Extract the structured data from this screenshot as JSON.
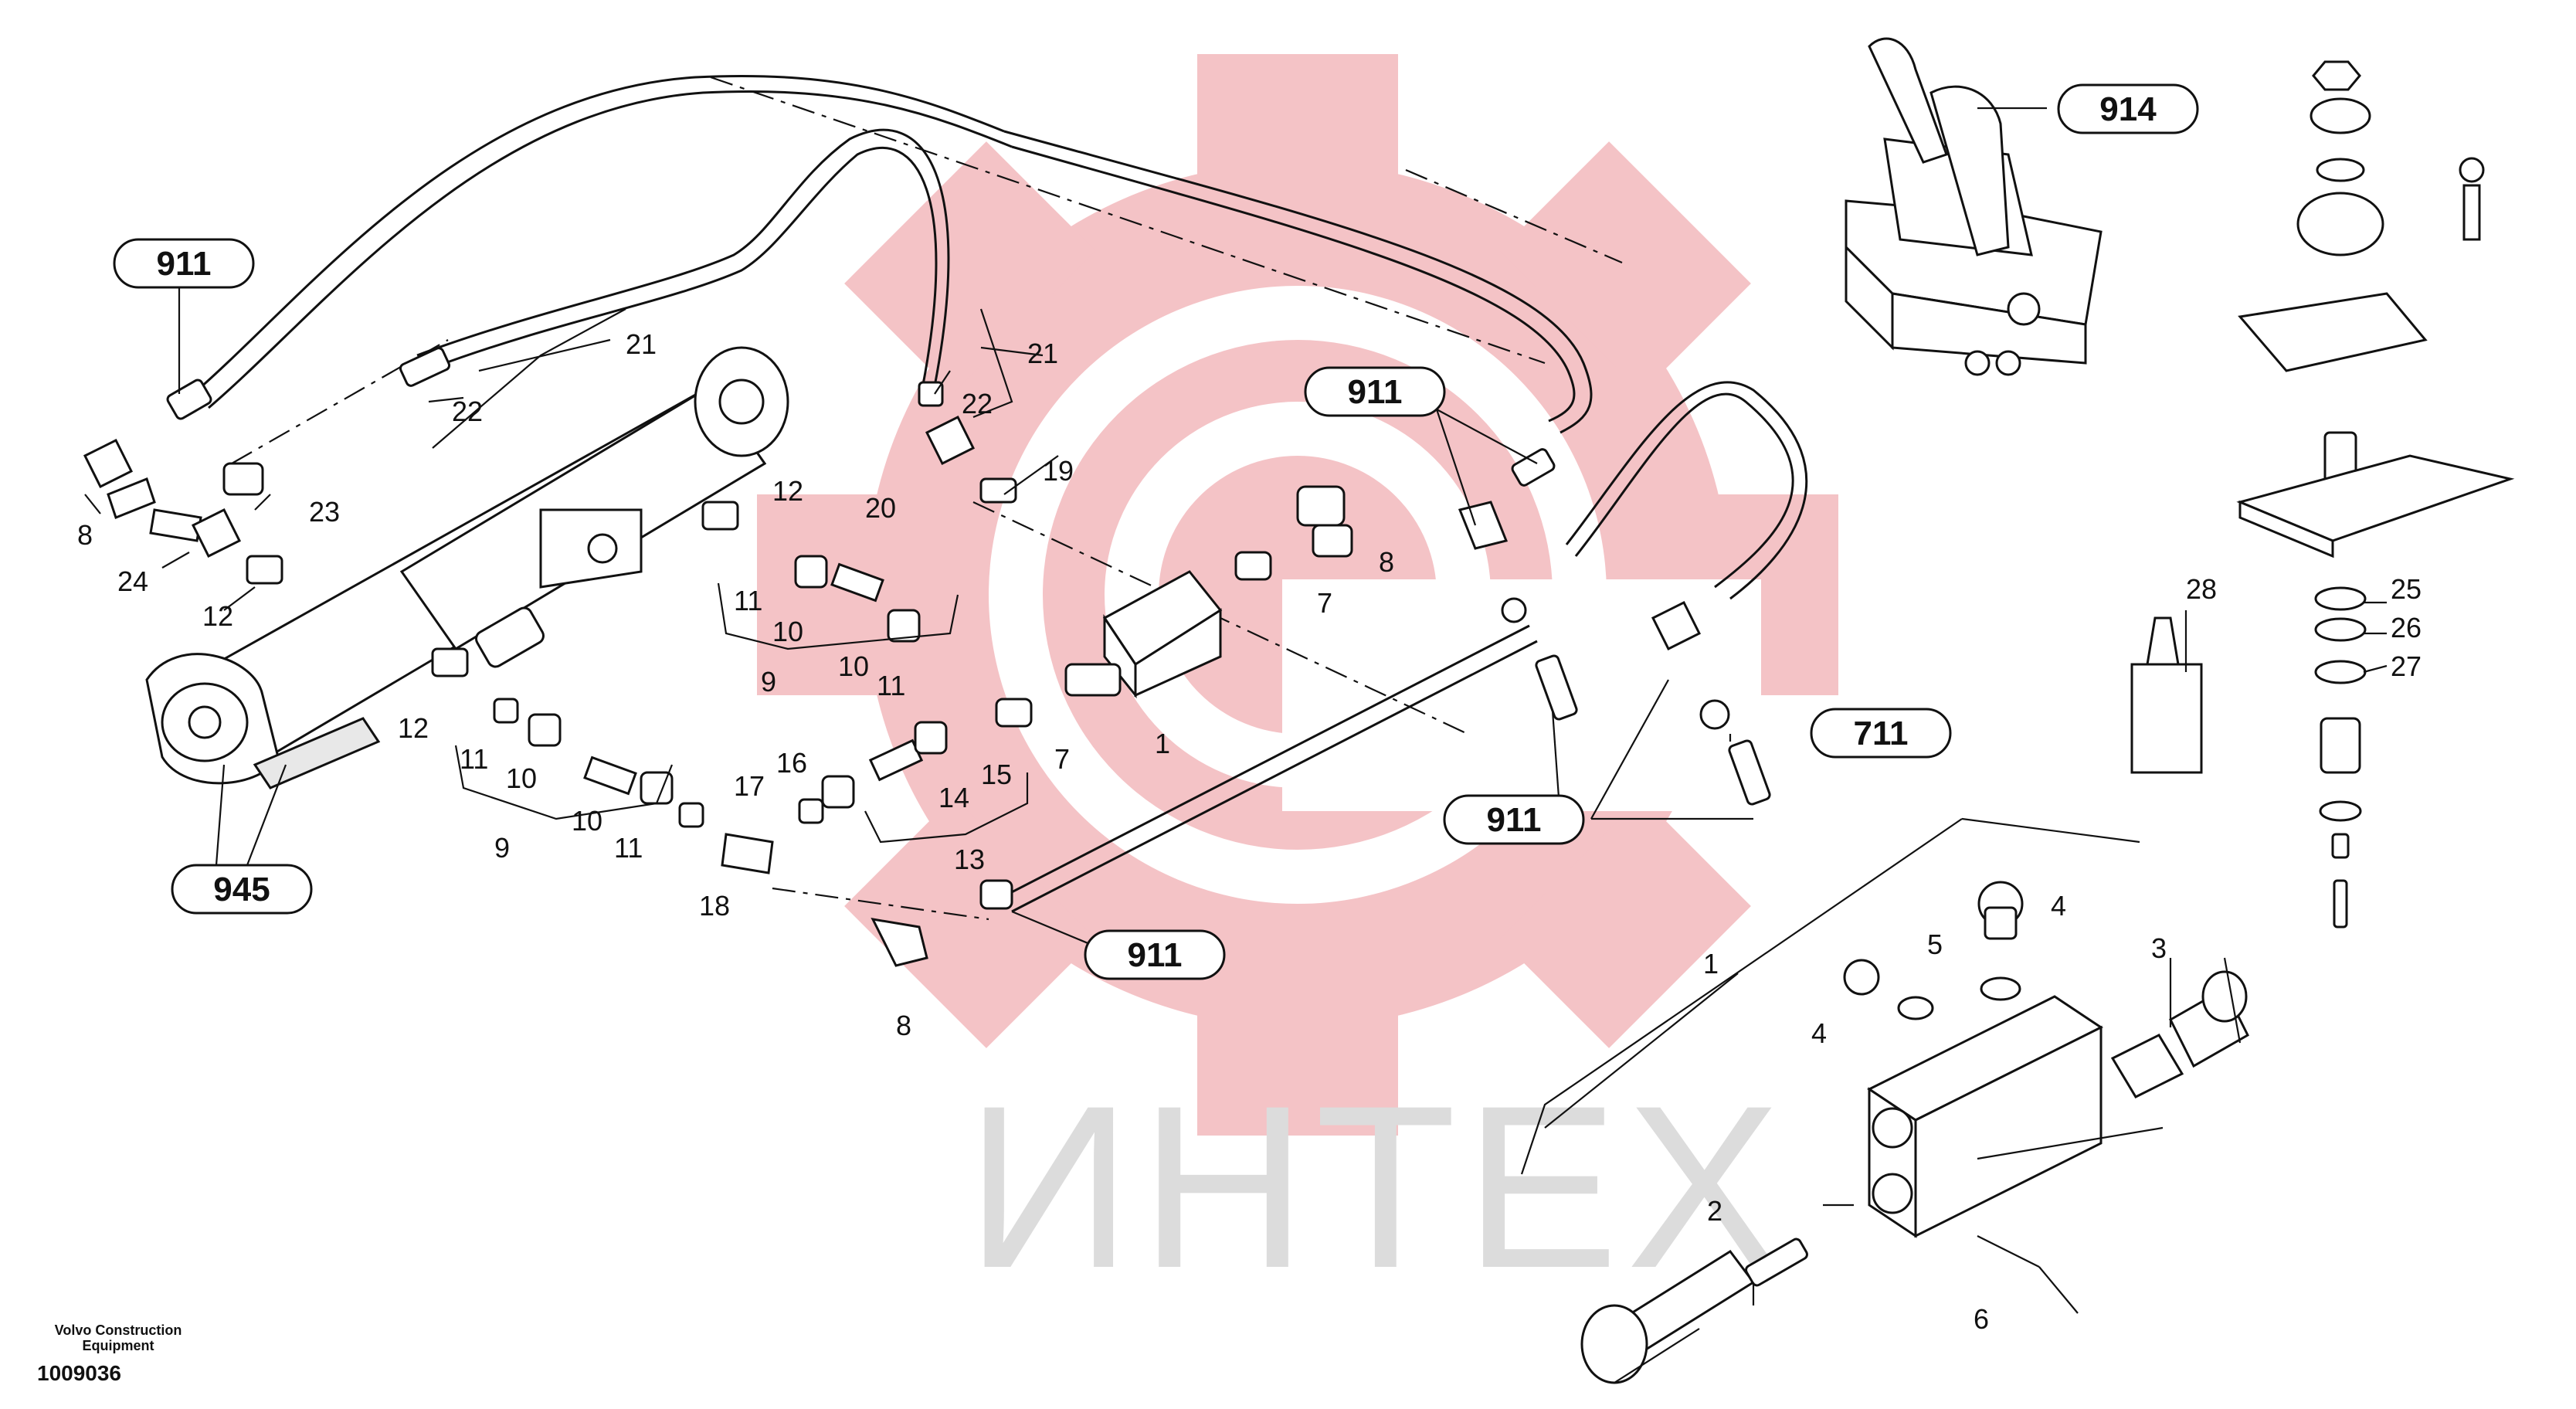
{
  "watermark": {
    "text": "ИНТЕХ",
    "gear_color": "#f3b9bd",
    "text_color": "#d9d9d9"
  },
  "credit": {
    "line1": "Volvo Construction",
    "line2": "Equipment",
    "drawing_id": "1009036"
  },
  "ref_ovals": {
    "o911_a": "911",
    "o911_b": "911",
    "o911_c": "911",
    "o911_d": "911",
    "o914": "914",
    "o711": "711",
    "o945": "945"
  },
  "labels": {
    "l21a": "21",
    "l22a": "22",
    "l23": "23",
    "l8a": "8",
    "l24": "24",
    "l12a": "12",
    "l12b": "12",
    "l11a": "11",
    "l10a": "10",
    "l10b": "10",
    "l11b": "11",
    "l9a": "9",
    "l12c": "12",
    "l11c": "11",
    "l10c": "10",
    "l10d": "10",
    "l11d": "11",
    "l9b": "9",
    "l21b": "21",
    "l22b": "22",
    "l20": "20",
    "l19": "19",
    "l8b": "8",
    "l7a": "7",
    "l1a": "1",
    "l7b": "7",
    "l16": "16",
    "l17": "17",
    "l15": "15",
    "l14": "14",
    "l13": "13",
    "l18": "18",
    "l8c": "8",
    "l28": "28",
    "l25": "25",
    "l26": "26",
    "l27": "27",
    "l1b": "1",
    "l4a": "4",
    "l5": "5",
    "l4b": "4",
    "l3": "3",
    "l2": "2",
    "l6": "6"
  }
}
